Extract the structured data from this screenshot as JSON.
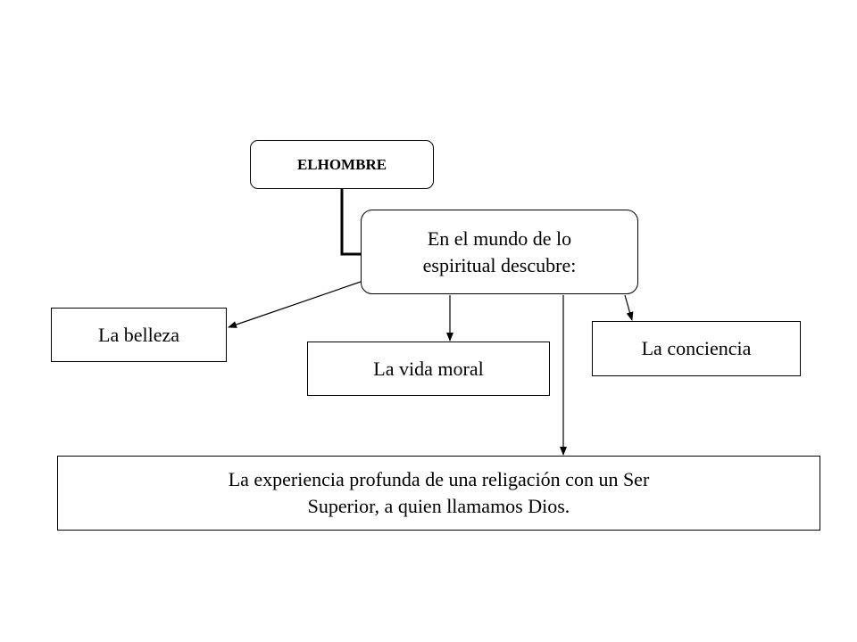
{
  "diagram": {
    "root": {
      "label": "ELHOMBRE"
    },
    "discovery": {
      "line1": "En el mundo de lo",
      "line2": "espiritual descubre:"
    },
    "items": {
      "beauty": "La belleza",
      "moral_life": "La vida moral",
      "conscience": "La conciencia",
      "experience": {
        "line1": "La experiencia profunda de una religación con un Ser",
        "line2": "Superior, a quien llamamos Dios."
      }
    }
  },
  "colors": {
    "stroke": "#000000",
    "background": "#ffffff",
    "text": "#000000"
  }
}
